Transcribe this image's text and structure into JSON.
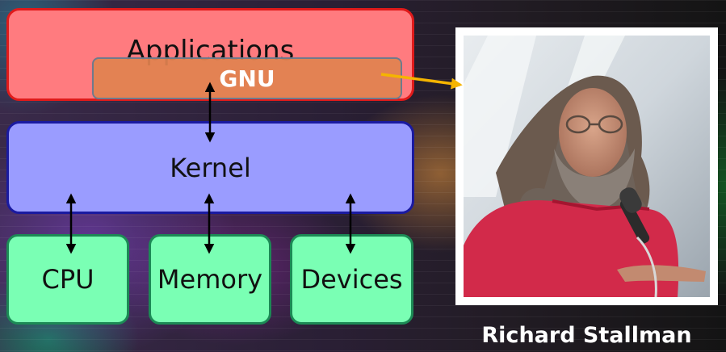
{
  "diagram": {
    "applications_label": "Applications",
    "gnu_label": "GNU",
    "kernel_label": "Kernel",
    "hardware": [
      "CPU",
      "Memory",
      "Devices"
    ]
  },
  "photo": {
    "caption": "Richard Stallman"
  },
  "colors": {
    "applications_fill": "#ff7b7f",
    "gnu_fill": "#e1824f",
    "kernel_fill": "#9a9cff",
    "hardware_fill": "#7affb4",
    "pointer_arrow": "#f5b400"
  }
}
